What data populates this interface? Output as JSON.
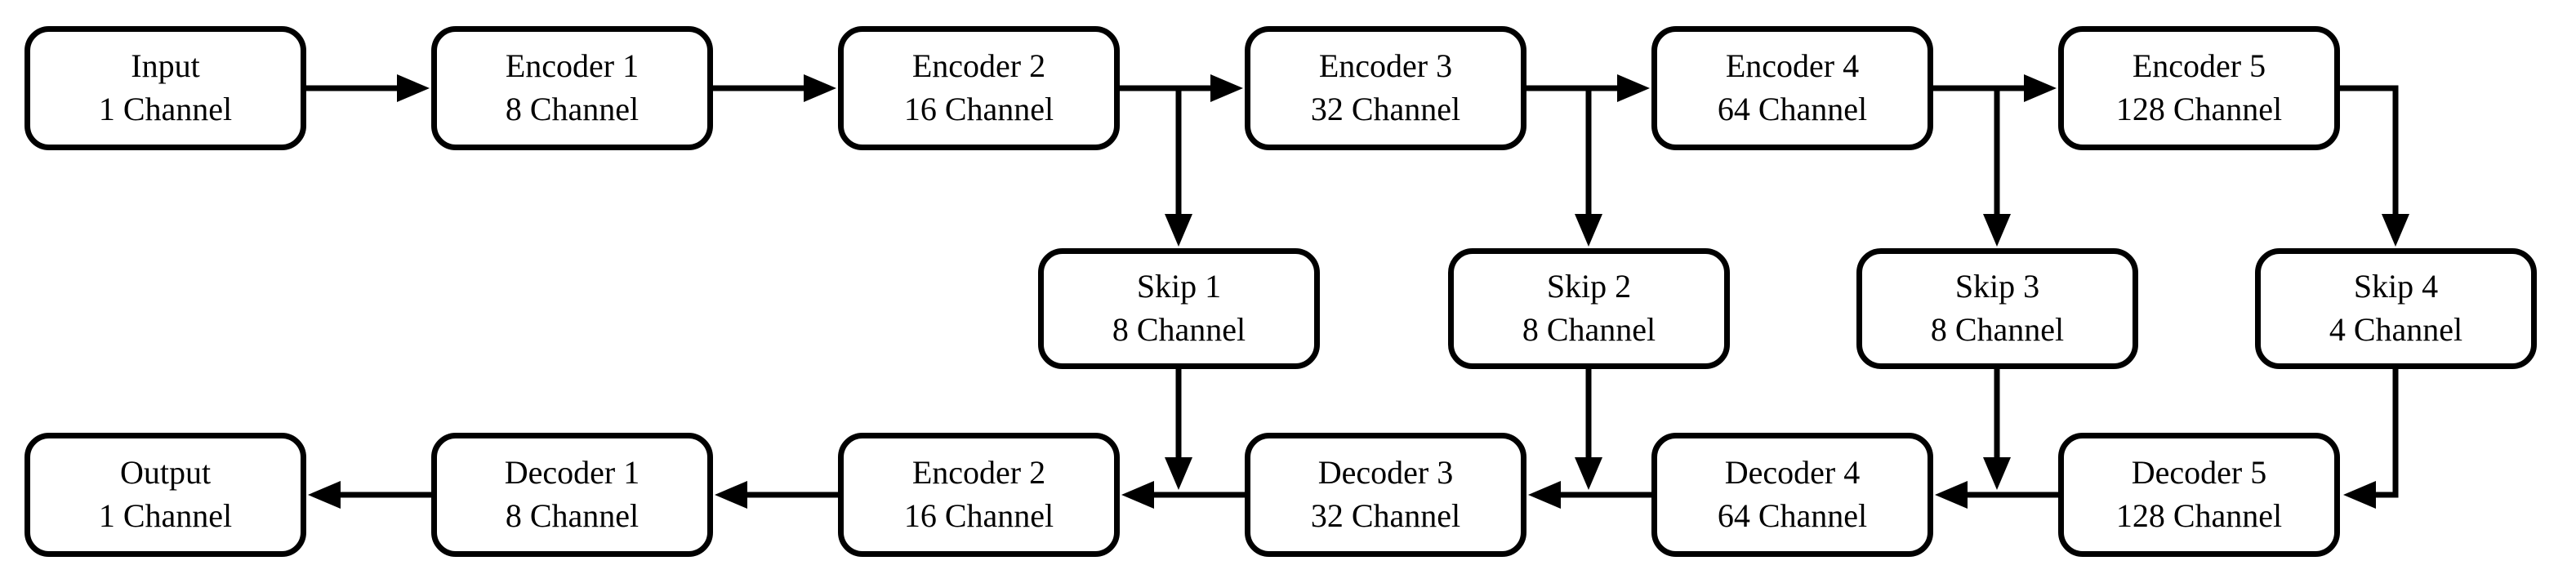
{
  "diagram": {
    "type": "flowchart",
    "background_color": "#ffffff",
    "stroke_color": "#000000",
    "nodes": [
      {
        "id": "input",
        "line1": "Input",
        "line2": "1 Channel"
      },
      {
        "id": "encoder-1",
        "line1": "Encoder 1",
        "line2": "8 Channel"
      },
      {
        "id": "encoder-2",
        "line1": "Encoder 2",
        "line2": "16 Channel"
      },
      {
        "id": "encoder-3",
        "line1": "Encoder 3",
        "line2": "32 Channel"
      },
      {
        "id": "encoder-4",
        "line1": "Encoder 4",
        "line2": "64 Channel"
      },
      {
        "id": "encoder-5",
        "line1": "Encoder 5",
        "line2": "128 Channel"
      },
      {
        "id": "skip-1",
        "line1": "Skip 1",
        "line2": "8 Channel"
      },
      {
        "id": "skip-2",
        "line1": "Skip 2",
        "line2": "8 Channel"
      },
      {
        "id": "skip-3",
        "line1": "Skip 3",
        "line2": "8 Channel"
      },
      {
        "id": "skip-4",
        "line1": "Skip 4",
        "line2": "4 Channel"
      },
      {
        "id": "output",
        "line1": "Output",
        "line2": "1 Channel"
      },
      {
        "id": "decoder-1",
        "line1": "Decoder 1",
        "line2": "8 Channel"
      },
      {
        "id": "decoder-2-labeled-encoder-2",
        "line1": "Encoder 2",
        "line2": "16 Channel"
      },
      {
        "id": "decoder-3",
        "line1": "Decoder 3",
        "line2": "32 Channel"
      },
      {
        "id": "decoder-4",
        "line1": "Decoder 4",
        "line2": "64 Channel"
      },
      {
        "id": "decoder-5",
        "line1": "Decoder 5",
        "line2": "128 Channel"
      }
    ]
  }
}
